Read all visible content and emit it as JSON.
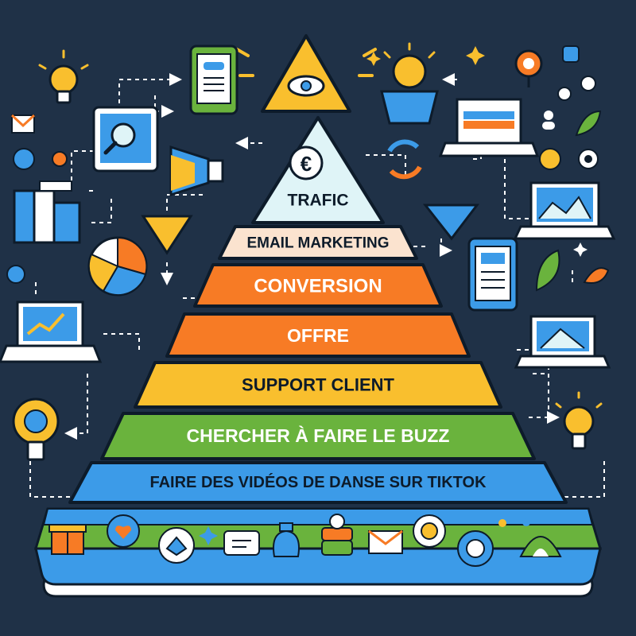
{
  "pyramid": {
    "apex_symbol": "€",
    "levels": [
      {
        "label": "TRAFIC",
        "color": "#dff4f7",
        "text_color": "#0d1b2a"
      },
      {
        "label": "EMAIL MARKETING",
        "color": "#fbe3cf",
        "text_color": "#0d1b2a"
      },
      {
        "label": "CONVERSION",
        "color": "#f77b25",
        "text_color": "#ffffff"
      },
      {
        "label": "OFFRE",
        "color": "#f77b25",
        "text_color": "#ffffff"
      },
      {
        "label": "SUPPORT CLIENT",
        "color": "#f9bf2e",
        "text_color": "#0d1b2a"
      },
      {
        "label": "CHERCHER À FAIRE LE BUZZ",
        "color": "#6ab33d",
        "text_color": "#ffffff"
      },
      {
        "label": "FAIRE DES VIDÉOS DE DANSE SUR TIKTOK",
        "color": "#3c9be8",
        "text_color": "#0d1b2a"
      }
    ]
  },
  "base_icons": [
    "gift-icon",
    "heart-icon",
    "ticket-icon",
    "sparkle-icon",
    "chat-icon",
    "money-bag-icon",
    "product-stack-icon",
    "envelope-icon",
    "dollar-coin-icon",
    "face-icon",
    "tent-icon"
  ],
  "colors": {
    "background": "#1f3147",
    "outline": "#0d1b2a",
    "orange": "#f77b25",
    "yellow": "#f9bf2e",
    "green": "#6ab33d",
    "blue": "#3c9be8"
  }
}
